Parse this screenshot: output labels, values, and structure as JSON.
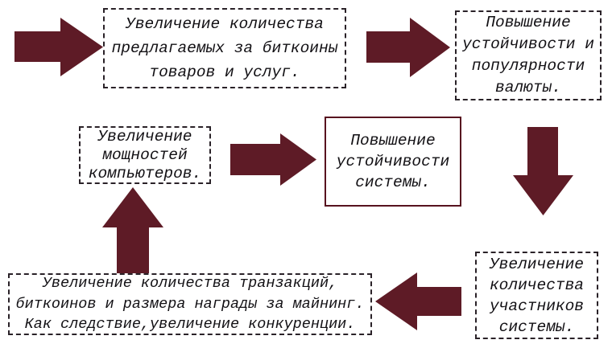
{
  "diagram": {
    "description": "Bitcoin positive feedback cycle diagram",
    "boxes": {
      "goods": {
        "lines": [
          "Увеличение количества",
          "предлагаемых за биткоины",
          "товаров и услуг."
        ],
        "border": "dashed"
      },
      "currency": {
        "lines": [
          "Повышение",
          "устойчивости и",
          "популярности",
          "валюты."
        ],
        "border": "dashed"
      },
      "computing": {
        "lines": [
          "Увеличение",
          "мощностей",
          "компьютеров."
        ],
        "border": "dashed"
      },
      "system": {
        "lines": [
          "Повышение",
          "устойчивости",
          "системы."
        ],
        "border": "solid"
      },
      "participants": {
        "lines": [
          "Увеличение",
          "количества",
          "участников",
          "системы."
        ],
        "border": "dashed"
      },
      "transactions": {
        "lines": [
          "Увеличение количества транзакций,",
          "биткоинов и размера награды за майнинг.",
          "Как следствие,увеличение конкуренции."
        ],
        "border": "dashed"
      }
    },
    "arrows": [
      {
        "direction": "right",
        "from": "start",
        "to": "goods"
      },
      {
        "direction": "right",
        "from": "goods",
        "to": "currency"
      },
      {
        "direction": "down",
        "from": "currency",
        "to": "participants"
      },
      {
        "direction": "left",
        "from": "participants",
        "to": "transactions"
      },
      {
        "direction": "up",
        "from": "transactions",
        "to": "computing"
      },
      {
        "direction": "right",
        "from": "computing",
        "to": "system"
      }
    ],
    "colors": {
      "arrow_fill": "#5e1b26",
      "arrow_edge": "#43101a",
      "dashed_border": "#2a2228",
      "solid_border": "#57121f",
      "text": "#121014",
      "background": "#ffffff"
    }
  }
}
